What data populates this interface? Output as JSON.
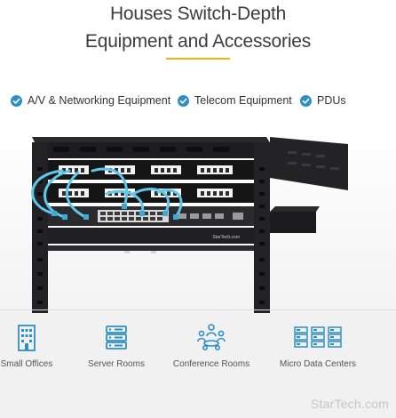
{
  "header": {
    "title_line1": "Houses Switch-Depth",
    "title_line2": "Equipment and Accessories"
  },
  "features": [
    {
      "label": "A/V & Networking Equipment",
      "icon": "check-circle-icon"
    },
    {
      "label": "Telecom Equipment",
      "icon": "check-circle-icon"
    },
    {
      "label": "PDUs",
      "icon": "check-circle-icon"
    }
  ],
  "product_image": {
    "brand_label": "StarTech.com"
  },
  "uses": [
    {
      "label": "Small Offices",
      "icon": "office-building-icon"
    },
    {
      "label": "Server Rooms",
      "icon": "server-rack-icon"
    },
    {
      "label": "Conference Rooms",
      "icon": "conference-people-icon"
    },
    {
      "label": "Micro Data Centers",
      "icon": "data-center-icon"
    }
  ],
  "watermark": "StarTech.com",
  "colors": {
    "accent": "#f2b705",
    "icon_blue": "#2e8fc6",
    "bottom_band": "#f1f1f1",
    "rack_dark": "#1d1d1f",
    "cable_blue": "#5ec7ea"
  }
}
